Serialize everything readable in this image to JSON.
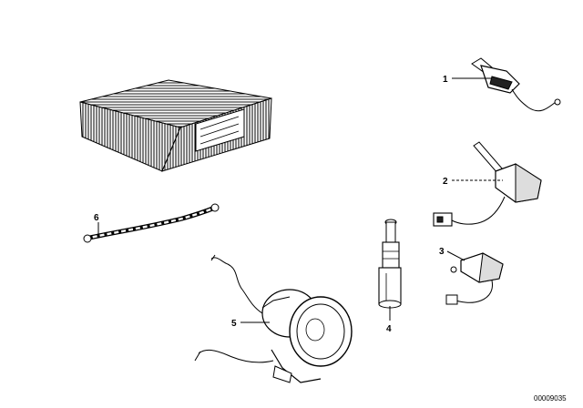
{
  "diagram": {
    "callouts": [
      {
        "id": "1",
        "text": "1"
      },
      {
        "id": "2",
        "text": "2"
      },
      {
        "id": "3",
        "text": "3"
      },
      {
        "id": "4",
        "text": "4"
      },
      {
        "id": "5",
        "text": "5"
      },
      {
        "id": "6",
        "text": "6"
      }
    ],
    "image_code": "00009035"
  }
}
